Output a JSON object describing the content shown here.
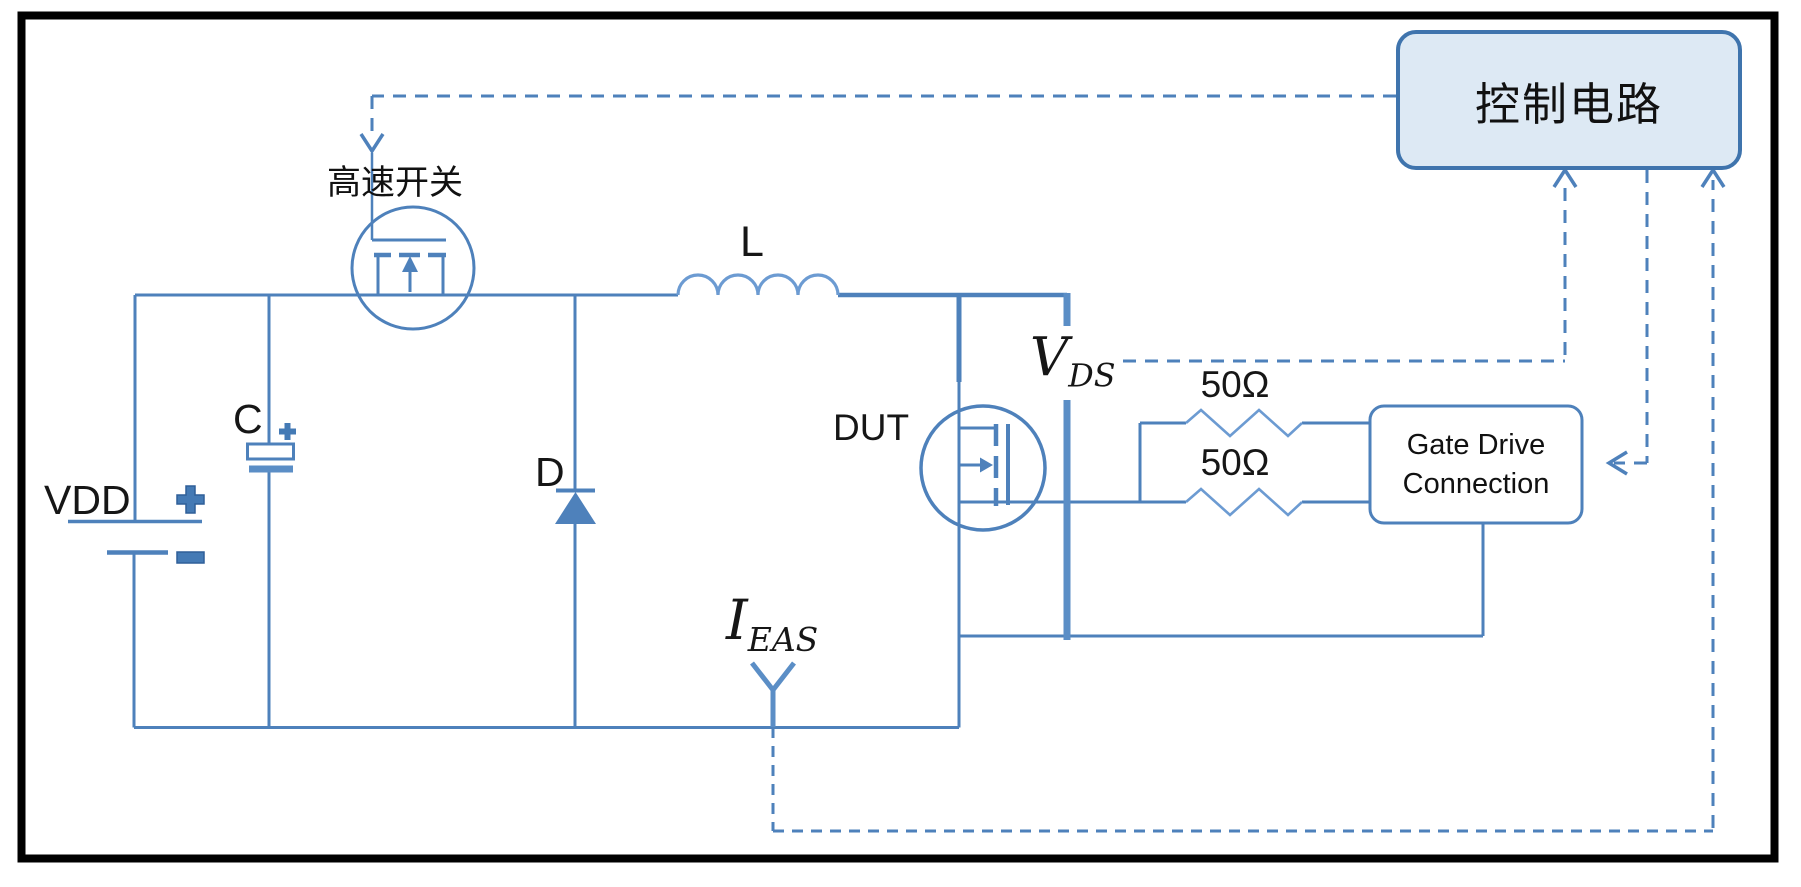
{
  "diagram": {
    "title_implicit": "UIS avalanche test circuit schematic",
    "colors": {
      "wire_blue": "#4e81bb",
      "wire_light_blue": "#6c9bd2",
      "thick_bar_blue": "#5b8ec6",
      "control_box_fill": "#dde9f4",
      "box_border_blue": "#3f74ad",
      "label_black": "#161616",
      "frame_black": "#000000"
    },
    "labels": {
      "control_box": "控制电路",
      "high_speed_switch": "高速开关",
      "supply": "VDD",
      "capacitor": "C",
      "diode": "D",
      "inductor": "L",
      "dut": "DUT",
      "vds_main": "V",
      "vds_sub": "DS",
      "ieas_main": "I",
      "ieas_sub": "EAS",
      "resistor_top": "50Ω",
      "resistor_bottom": "50Ω",
      "gate_drive_line1": "Gate Drive",
      "gate_drive_line2": "Connection"
    },
    "components": {
      "resistor_top_value": "50Ω",
      "resistor_bottom_value": "50Ω",
      "battery_polarity_icons": [
        "plus",
        "minus"
      ],
      "capacitor_polarity_icon": "plus",
      "probes": [
        "V_DS voltage probe (dashed to control box)",
        "I_EAS current probe (dashed to control box)"
      ]
    }
  }
}
